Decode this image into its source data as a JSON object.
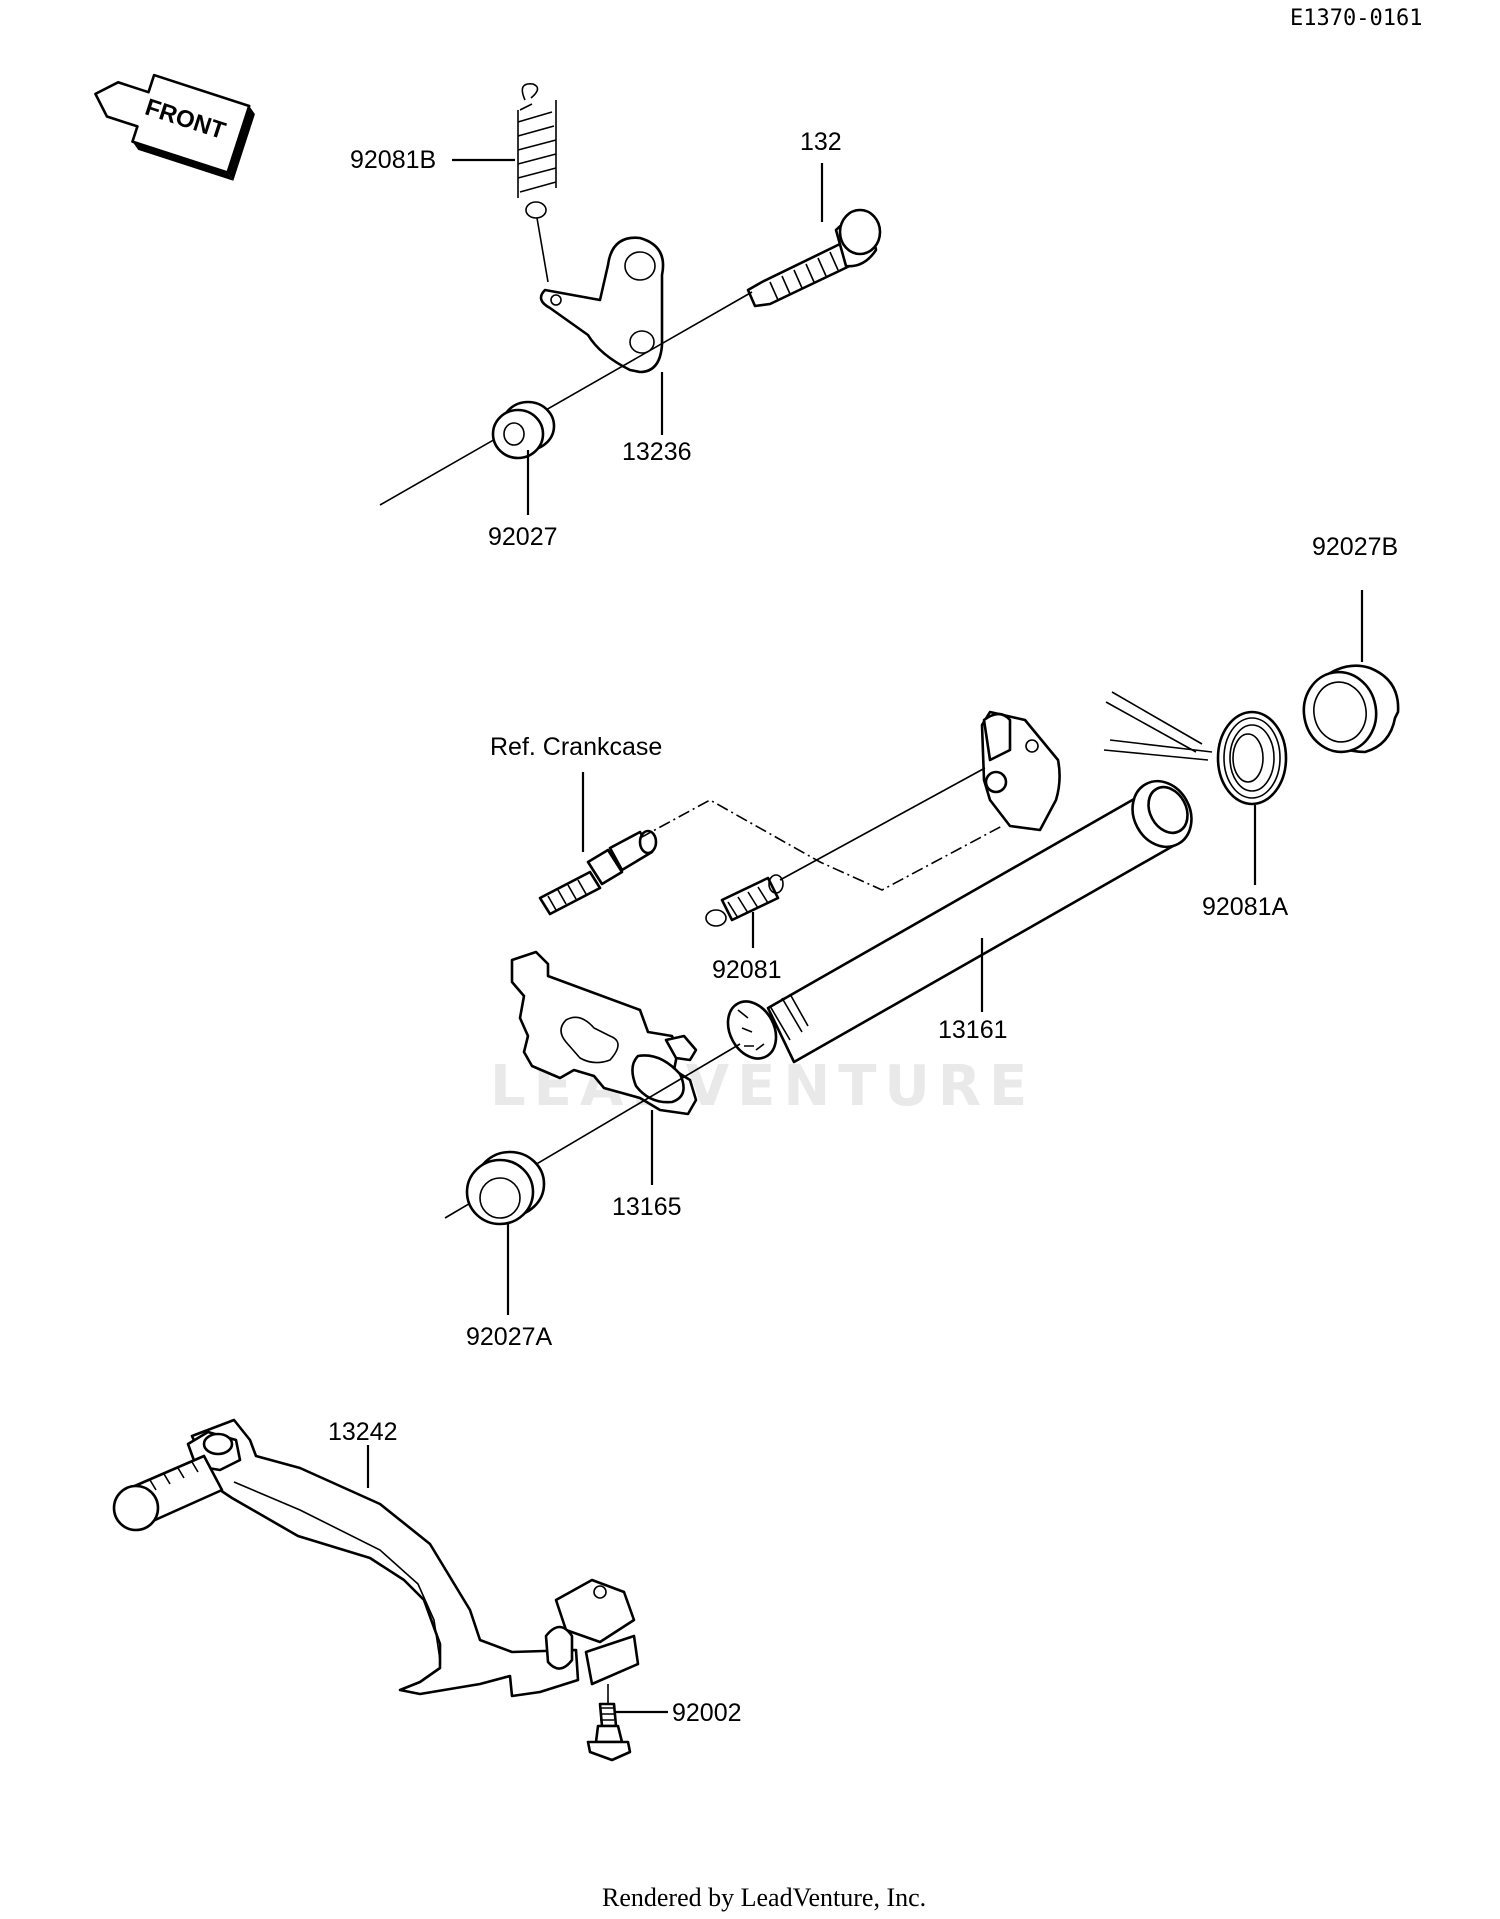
{
  "doc_id": "E1370-0161",
  "front_arrow_label": "FRONT",
  "watermark": "LEADVENTURE",
  "footer": "Rendered by LeadVenture, Inc.",
  "callouts": {
    "c_92081B": "92081B",
    "c_132": "132",
    "c_13236": "13236",
    "c_92027": "92027",
    "c_92027B": "92027B",
    "c_ref": "Ref. Crankcase",
    "c_92081A": "92081A",
    "c_92081": "92081",
    "c_13161": "13161",
    "c_13165": "13165",
    "c_92027A": "92027A",
    "c_13242": "13242",
    "c_92002": "92002"
  }
}
